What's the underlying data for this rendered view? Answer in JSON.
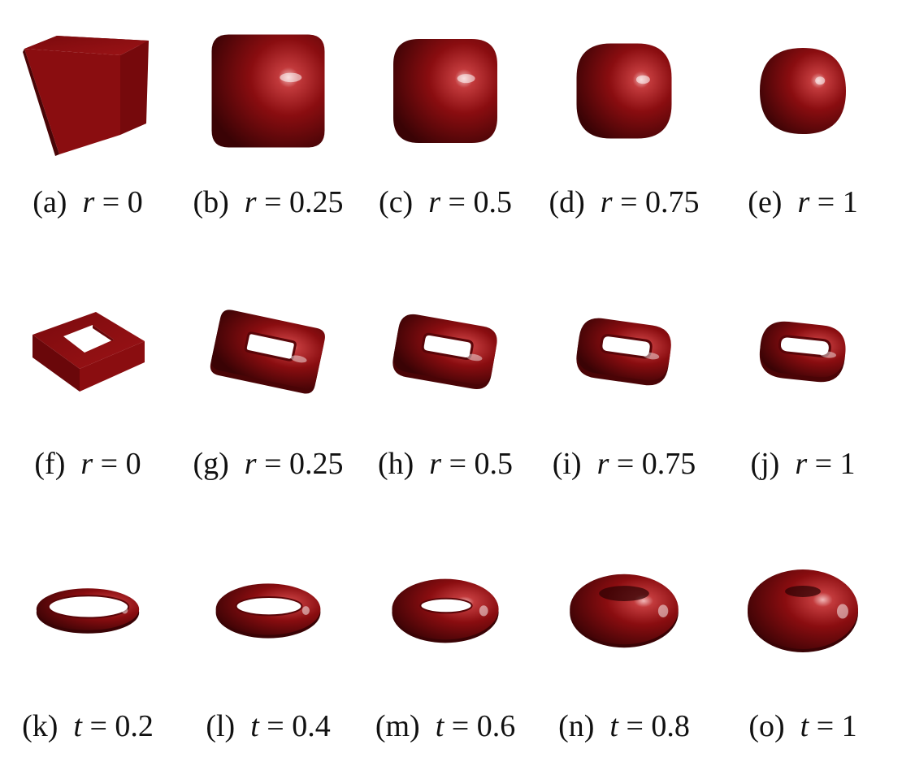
{
  "colors": {
    "shape": "#8a0d10",
    "highlight": "#f2b8b8",
    "dark": "#3a0305",
    "background": "#ffffff"
  },
  "panels": [
    {
      "shape": "cube",
      "param": 0.0,
      "label": "(a)",
      "var": "r",
      "op": "=",
      "value": "0"
    },
    {
      "shape": "cube",
      "param": 0.25,
      "label": "(b)",
      "var": "r",
      "op": "=",
      "value": "0.25"
    },
    {
      "shape": "cube",
      "param": 0.5,
      "label": "(c)",
      "var": "r",
      "op": "=",
      "value": "0.5"
    },
    {
      "shape": "cube",
      "param": 0.75,
      "label": "(d)",
      "var": "r",
      "op": "=",
      "value": "0.75"
    },
    {
      "shape": "cube",
      "param": 1.0,
      "label": "(e)",
      "var": "r",
      "op": "=",
      "value": "1"
    },
    {
      "shape": "square-torus",
      "param": 0.0,
      "label": "(f)",
      "var": "r",
      "op": "=",
      "value": "0"
    },
    {
      "shape": "square-torus",
      "param": 0.25,
      "label": "(g)",
      "var": "r",
      "op": "=",
      "value": "0.25"
    },
    {
      "shape": "square-torus",
      "param": 0.5,
      "label": "(h)",
      "var": "r",
      "op": "=",
      "value": "0.5"
    },
    {
      "shape": "square-torus",
      "param": 0.75,
      "label": "(i)",
      "var": "r",
      "op": "=",
      "value": "0.75"
    },
    {
      "shape": "square-torus",
      "param": 1.0,
      "label": "(j)",
      "var": "r",
      "op": "=",
      "value": "1"
    },
    {
      "shape": "torus",
      "param": 0.2,
      "label": "(k)",
      "var": "t",
      "op": "=",
      "value": "0.2"
    },
    {
      "shape": "torus",
      "param": 0.4,
      "label": "(l)",
      "var": "t",
      "op": "=",
      "value": "0.4"
    },
    {
      "shape": "torus",
      "param": 0.6,
      "label": "(m)",
      "var": "t",
      "op": "=",
      "value": "0.6"
    },
    {
      "shape": "torus",
      "param": 0.8,
      "label": "(n)",
      "var": "t",
      "op": "=",
      "value": "0.8"
    },
    {
      "shape": "torus",
      "param": 1.0,
      "label": "(o)",
      "var": "t",
      "op": "=",
      "value": "1"
    }
  ]
}
